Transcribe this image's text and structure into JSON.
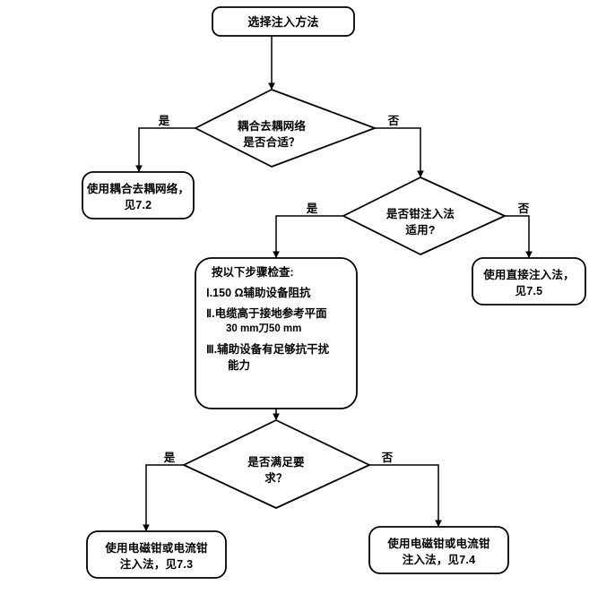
{
  "diagram": {
    "title": "选择注入方法流程图",
    "type": "flowchart",
    "line_color": "#000000",
    "fill_color": "#ffffff",
    "background": "#ffffff"
  },
  "nodes": {
    "start": {
      "shape": "terminator",
      "label": "选择注入方法"
    },
    "decision_cdn": {
      "shape": "diamond",
      "line1": "耦合去耦网络",
      "line2": "是否合适？"
    },
    "use_cdn": {
      "shape": "terminator",
      "line1": "使用耦合去耦网络，",
      "line2": "见7.2"
    },
    "decision_clamp": {
      "shape": "diamond",
      "line1": "是否钳注入法",
      "line2": "适用?"
    },
    "use_direct": {
      "shape": "terminator",
      "line1": "使用直接注入法，",
      "line2": "见7.5"
    },
    "check_steps": {
      "shape": "process",
      "header": "按以下步骤检查:",
      "items": [
        {
          "numeral": "Ⅰ",
          "text": ".150 Ω辅助设备阻抗",
          "sub": ""
        },
        {
          "numeral": "Ⅱ",
          "text": ".电缆高于接地参考平面",
          "sub": "30 mm刀50 mm"
        },
        {
          "numeral": "Ⅲ",
          "text": ".辅助设备有足够抗干扰",
          "sub": "能力"
        }
      ]
    },
    "decision_satisfy": {
      "shape": "diamond",
      "line1": "是否满足要",
      "line2": "求？"
    },
    "use_clamp_73": {
      "shape": "terminator",
      "line1": "使用电磁钳或电流钳",
      "line2": "注入法，见7.3"
    },
    "use_clamp_74": {
      "shape": "terminator",
      "line1": "使用电磁钳或电流钳",
      "line2": "注入法，见7.4"
    }
  },
  "edge_labels": {
    "cdn_yes": "是",
    "cdn_no": "否",
    "clamp_yes": "是",
    "clamp_no": "否",
    "satisfy_yes": "是",
    "satisfy_no": "否"
  }
}
